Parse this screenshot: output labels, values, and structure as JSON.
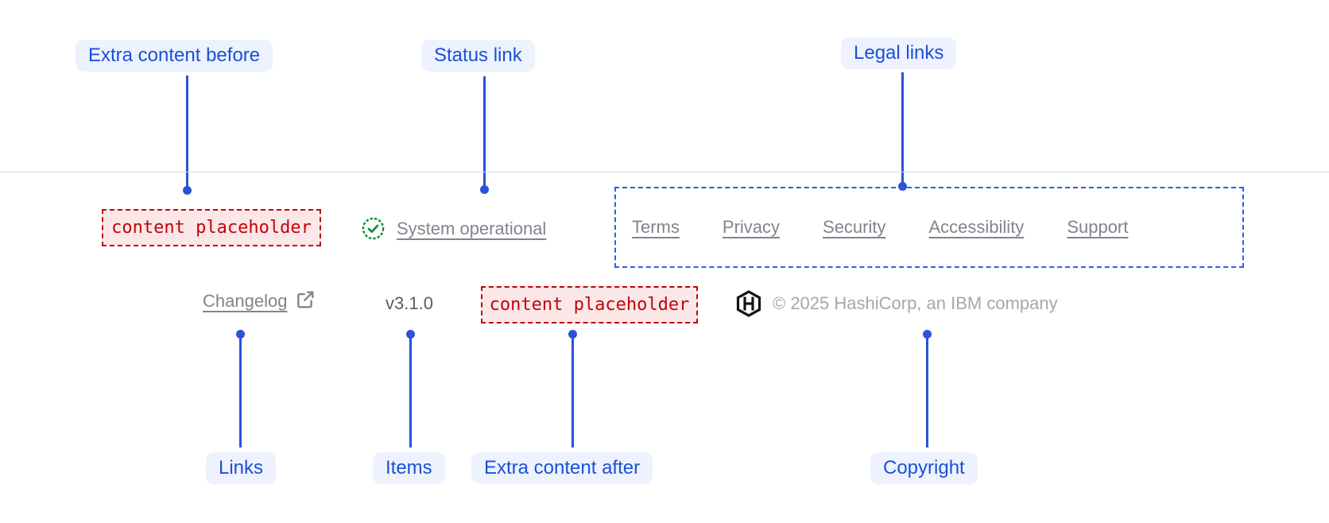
{
  "annotations": {
    "extra_content_before": "Extra content before",
    "status_link": "Status link",
    "legal_links": "Legal links",
    "links": "Links",
    "items": "Items",
    "extra_content_after": "Extra content after",
    "copyright": "Copyright"
  },
  "footer": {
    "extra_content_before": {
      "placeholder": "content placeholder"
    },
    "status": {
      "label": "System operational",
      "icon": "check-circle-icon",
      "icon_color": "#0e8e3e"
    },
    "legal_links": {
      "items": [
        "Terms",
        "Privacy",
        "Security",
        "Accessibility",
        "Support"
      ]
    },
    "links": {
      "changelog_label": "Changelog",
      "changelog_icon": "external-link-icon"
    },
    "items": {
      "version": "v3.1.0"
    },
    "extra_content_after": {
      "placeholder": "content placeholder"
    },
    "copyright": {
      "logo": "hashicorp-logo",
      "text": "© 2025 HashiCorp, an IBM company"
    }
  },
  "colors": {
    "callout_accent": "#1b50d6",
    "callout_background": "#edf2fe",
    "connector_blue": "#2b52d8",
    "legal_box_border": "#2e5bf0",
    "placeholder_red": "#c20408",
    "placeholder_background": "#fbe7e7",
    "link_gray": "#85828d",
    "copyright_gray": "#a8a6af",
    "status_green": "#0e8e3e",
    "divider_gray": "#d2d4d9"
  }
}
